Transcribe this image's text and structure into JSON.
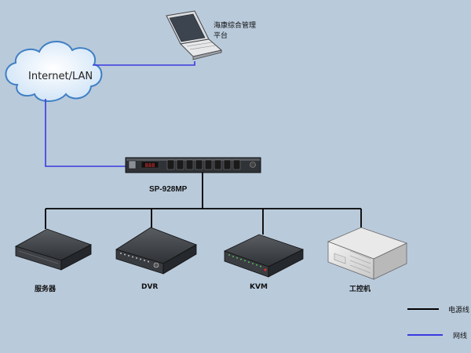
{
  "cloud": {
    "label": "Internet/LAN"
  },
  "laptop": {
    "label": "海康综合管理平台"
  },
  "pdu": {
    "label": "SP-928MP",
    "display": "888"
  },
  "devices": [
    {
      "id": "server",
      "label": "服务器"
    },
    {
      "id": "dvr",
      "label": "DVR"
    },
    {
      "id": "kvm",
      "label": "KVM"
    },
    {
      "id": "ipc",
      "label": "工控机"
    }
  ],
  "legend": [
    {
      "label": "电源线",
      "color": "#000000"
    },
    {
      "label": "网线",
      "color": "#3a3ae0"
    }
  ],
  "colors": {
    "background": "#b9cadb",
    "network": "#3a3ae0",
    "power": "#000000"
  }
}
